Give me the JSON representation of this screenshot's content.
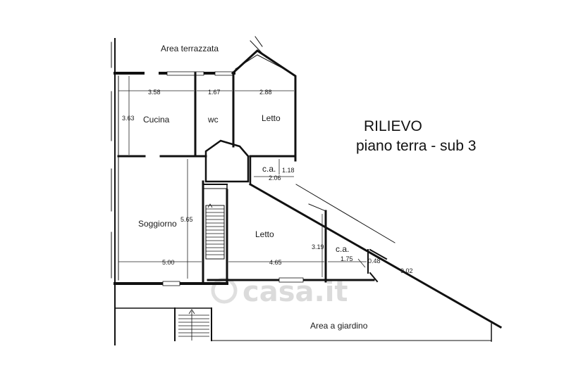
{
  "title": "RILIEVO",
  "subtitle": "piano terra - sub 3",
  "areas": {
    "top": "Area terrazzata",
    "bottom": "Area a giardino"
  },
  "rooms": {
    "cucina": "Cucina",
    "wc": "wc",
    "letto_top": "Letto",
    "ca_top": "c.a.",
    "soggiorno": "Soggiorno",
    "letto_bottom": "Letto",
    "ca_bottom": "c.a."
  },
  "dimensions": {
    "cucina_w": "3.58",
    "cucina_h": "3.63",
    "wc_w": "1.67",
    "letto_top_w": "2.88",
    "ca_top_h": "1.18",
    "ca_top_w": "2.06",
    "soggiorno_h": "5.65",
    "soggiorno_w": "5.00",
    "letto_bottom_w": "4.65",
    "letto_bottom_h": "3.19",
    "ca_bottom_w": "1.75",
    "ca_bottom_small": "0.48",
    "diagonal": "9.02"
  },
  "watermark": "casa.it"
}
